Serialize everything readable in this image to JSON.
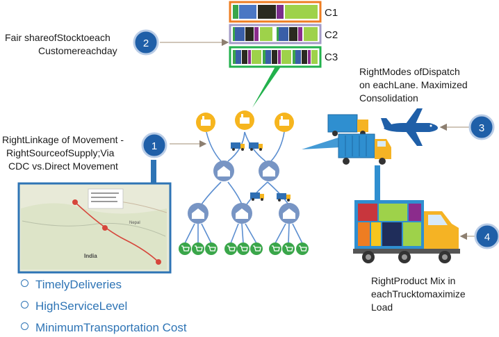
{
  "customers": [
    {
      "label": "C1",
      "color": "#ee7d22"
    },
    {
      "label": "C2",
      "color": "#a39bc7"
    },
    {
      "label": "C3",
      "color": "#22b14c"
    }
  ],
  "note2": {
    "line1": "Fair shareofStocktoeach",
    "line2": "Customereachday",
    "number": "2"
  },
  "note1": {
    "line1": "RightLinkage of Movement  -",
    "line2": "RightSourceofSupply;Via",
    "line3": "CDC vs.Direct Movement",
    "number": "1"
  },
  "note3": {
    "line1": "RightModes ofDispatch",
    "line2": "on eachLane. Maximized",
    "line3": "Consolidation",
    "number": "3"
  },
  "note4": {
    "line1": "RightProduct Mix in",
    "line2": "eachTrucktomaximize",
    "line3": "Load",
    "number": "4"
  },
  "map": {
    "country": "India",
    "region": "Nepal"
  },
  "benefits": [
    "TimelyDeliveries",
    "HighServiceLevel",
    "MinimumTransportation Cost"
  ],
  "colors": {
    "accent": "#2e74b5",
    "badge": "#1f5fa8",
    "factory": "#f6b51e",
    "warehouse": "#7895c4",
    "customer": "#3aa64a",
    "truck_body": "#f5b324",
    "container": "#2f8fd0"
  }
}
